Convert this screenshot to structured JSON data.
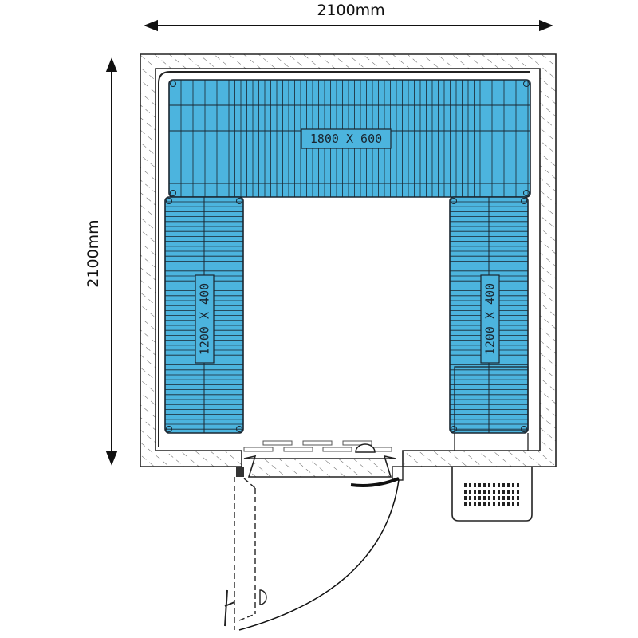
{
  "dimensions": {
    "width_label": "2100mm",
    "depth_label": "2100mm"
  },
  "shelves": [
    {
      "id": "back",
      "label": "1800 X 600"
    },
    {
      "id": "left",
      "label": "1200 X 400"
    },
    {
      "id": "right",
      "label": "1200 X 400"
    }
  ],
  "colors": {
    "shelf_fill": "#4cb4de",
    "line": "#1a2630",
    "background": "#ffffff"
  }
}
